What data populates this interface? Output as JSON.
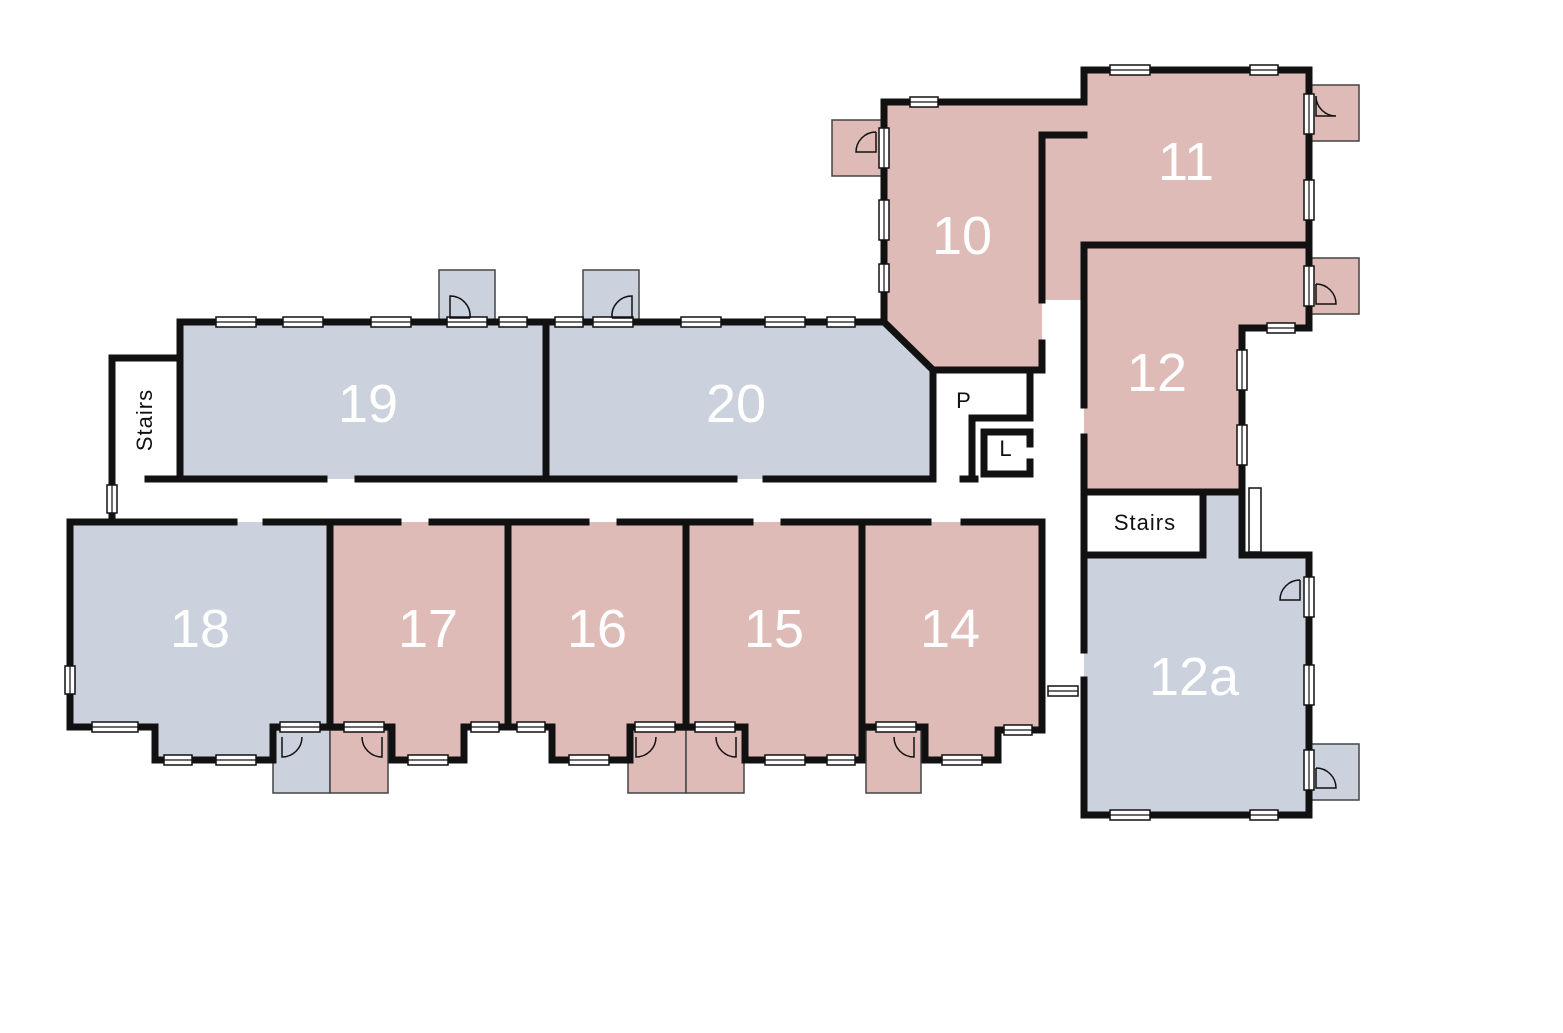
{
  "colors": {
    "pink_room": "#dfbbb7",
    "blue_room": "#cbd2dd",
    "wall": "#111111",
    "background": "#ffffff"
  },
  "rooms": {
    "r10": "10",
    "r11": "11",
    "r12": "12",
    "r12a": "12a",
    "r14": "14",
    "r15": "15",
    "r16": "16",
    "r17": "17",
    "r18": "18",
    "r19": "19",
    "r20": "20"
  },
  "labels": {
    "stairs_left": "Stairs",
    "stairs_right": "Stairs",
    "p": "P",
    "l": "L"
  }
}
